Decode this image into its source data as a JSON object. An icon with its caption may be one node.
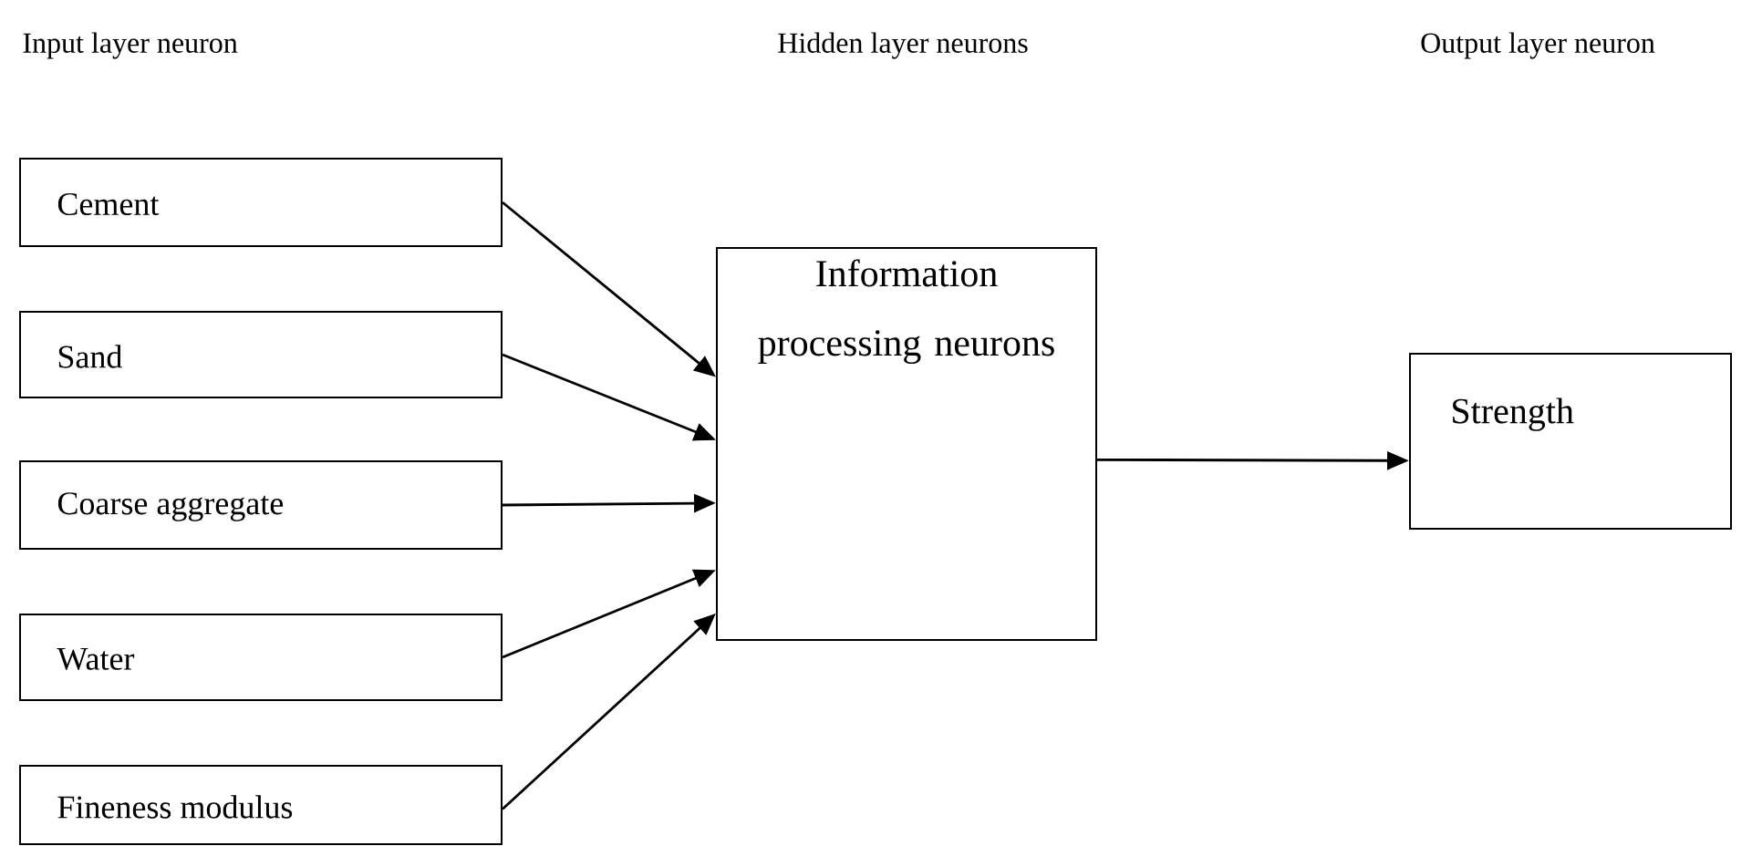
{
  "diagram": {
    "nodes": [
      {
        "text": [
          "Cement"
        ]
      },
      {
        "text": [
          "Sand"
        ]
      },
      {
        "text": [
          "Coarse aggregate"
        ]
      },
      {
        "text": [
          "Water"
        ]
      },
      {
        "text": [
          "Fineness modulus"
        ]
      },
      {
        "text": [
          "Information processing neurons"
        ]
      },
      {
        "text": [
          "Strength"
        ]
      }
    ],
    "edges": [
      {
        "from": 0,
        "to": 5,
        "arrow": "to"
      },
      {
        "from": 1,
        "to": 5,
        "arrow": "to"
      },
      {
        "from": 2,
        "to": 5,
        "arrow": "to"
      },
      {
        "from": 3,
        "to": 5,
        "arrow": "to"
      },
      {
        "from": 4,
        "to": 5,
        "arrow": "to"
      },
      {
        "from": 5,
        "to": 6,
        "arrow": "to"
      }
    ],
    "labels": [
      "Input layer neuron",
      "Hidden layer neurons",
      "Output layer neuron"
    ]
  }
}
